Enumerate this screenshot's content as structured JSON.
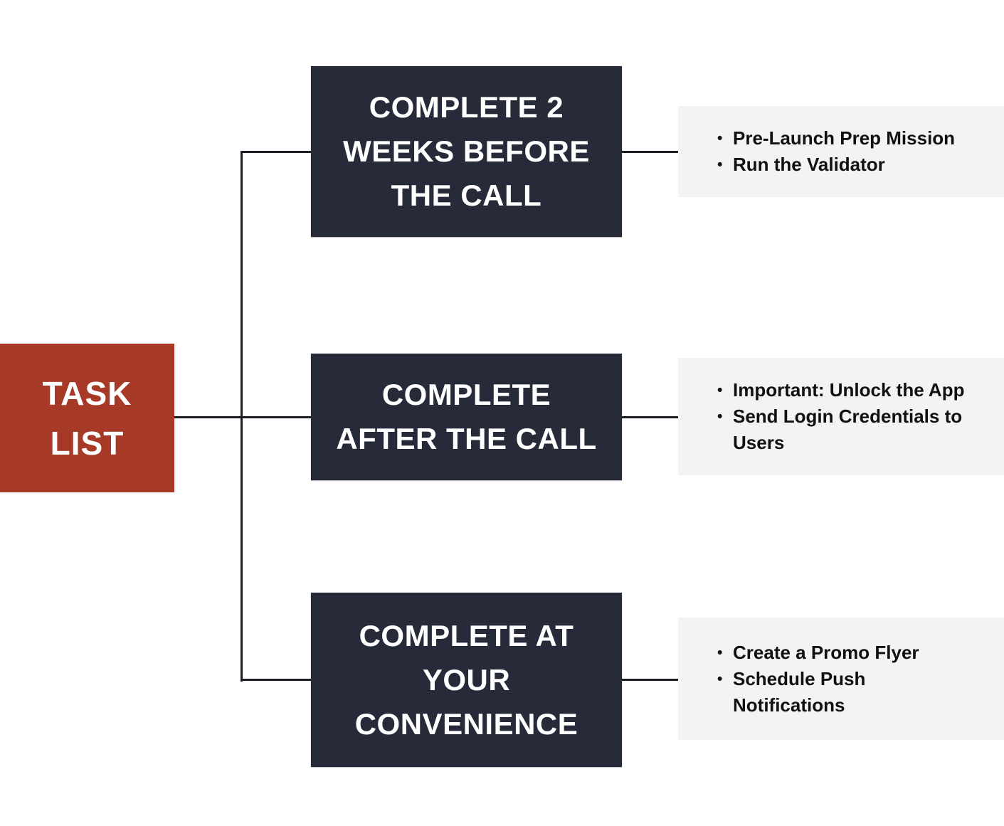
{
  "diagram": {
    "root": {
      "label": "TASK\nLIST"
    },
    "stages": [
      {
        "heading": "COMPLETE 2\nWEEKS BEFORE\nTHE CALL",
        "tasks": [
          "Pre-Launch Prep Mission",
          "Run the Validator"
        ]
      },
      {
        "heading": "COMPLETE\nAFTER THE CALL",
        "tasks": [
          "Important: Unlock the App",
          "Send Login Credentials to\nUsers"
        ]
      },
      {
        "heading": "COMPLETE AT\nYOUR\nCONVENIENCE",
        "tasks": [
          "Create a Promo Flyer",
          "Schedule Push\nNotifications"
        ]
      }
    ],
    "colors": {
      "root_bg": "#A63A27",
      "stage_bg": "#272B39",
      "task_panel_bg": "#F4F3F1",
      "connector": "#1A1D24",
      "stage_text": "#FFFFFF",
      "task_text": "#111111"
    }
  }
}
